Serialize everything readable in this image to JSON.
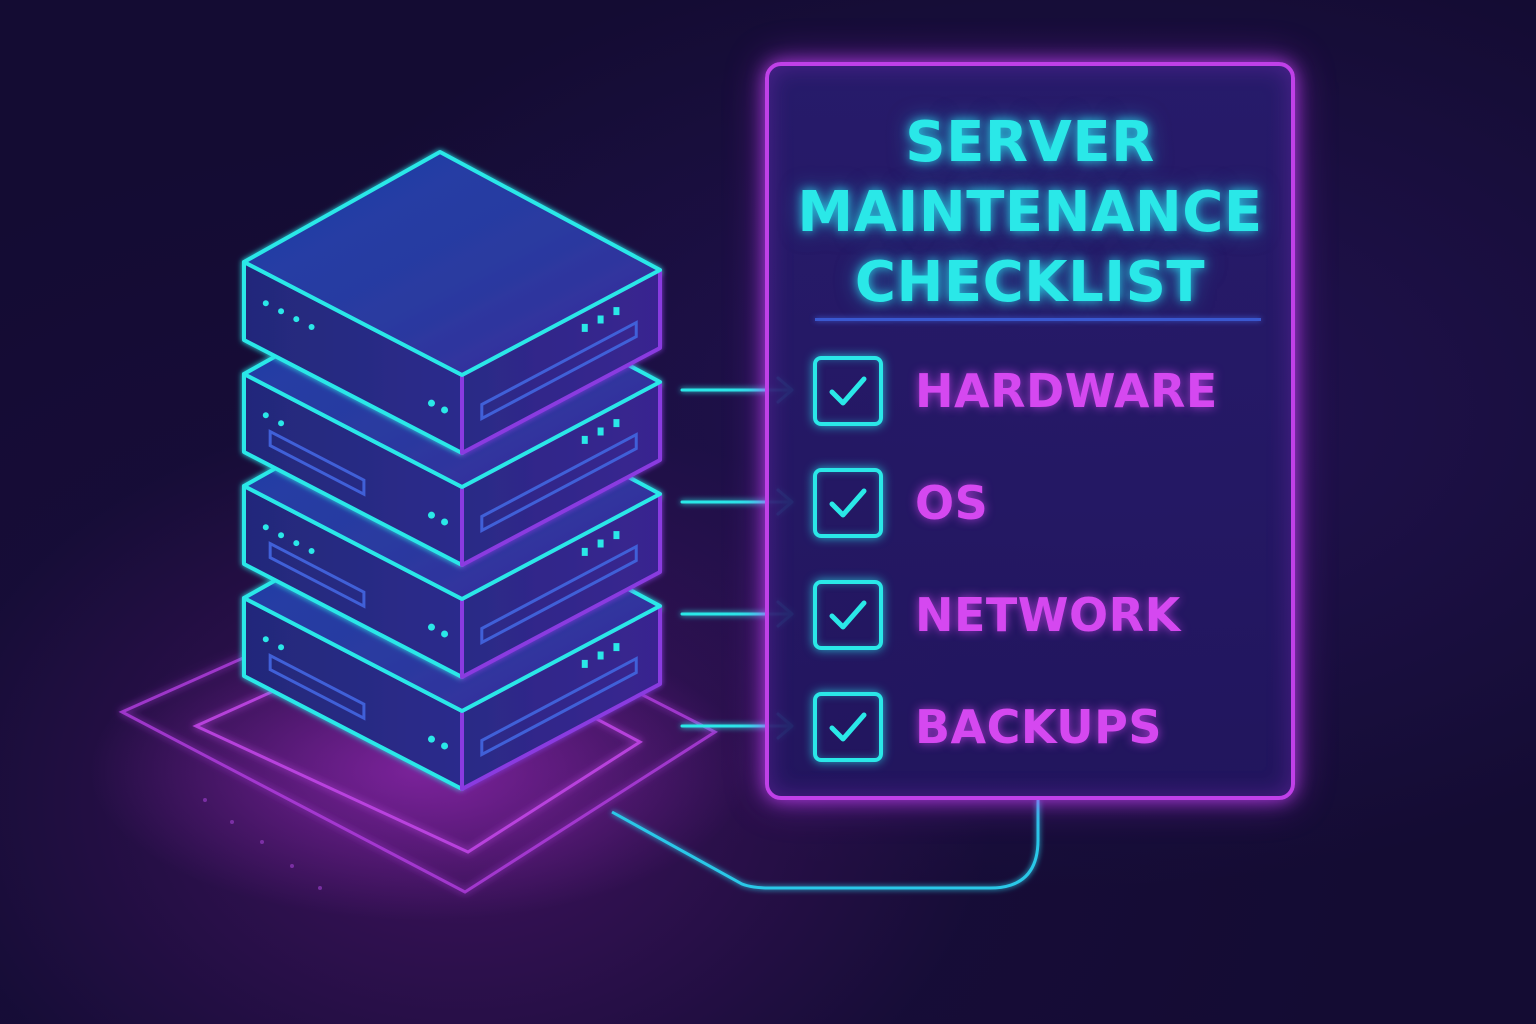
{
  "checklist": {
    "title_lines": [
      "SERVER",
      "MAINTENANCE",
      "CHECKLIST"
    ],
    "items": [
      {
        "label": "HARDWARE",
        "checked": true
      },
      {
        "label": "OS",
        "checked": true
      },
      {
        "label": "NETWORK",
        "checked": true
      },
      {
        "label": "BACKUPS",
        "checked": true
      }
    ]
  },
  "server_stack": {
    "unit_count": 4
  },
  "colors": {
    "background": "#140c33",
    "neon_cyan": "#2ae8e8",
    "neon_magenta": "#d548f0",
    "panel_border": "#c040e8",
    "divider": "#3a58d0"
  },
  "icons": [
    "server-rack-icon",
    "checkbox-checked-icon",
    "arrow-right-icon",
    "connector-cable-icon"
  ]
}
